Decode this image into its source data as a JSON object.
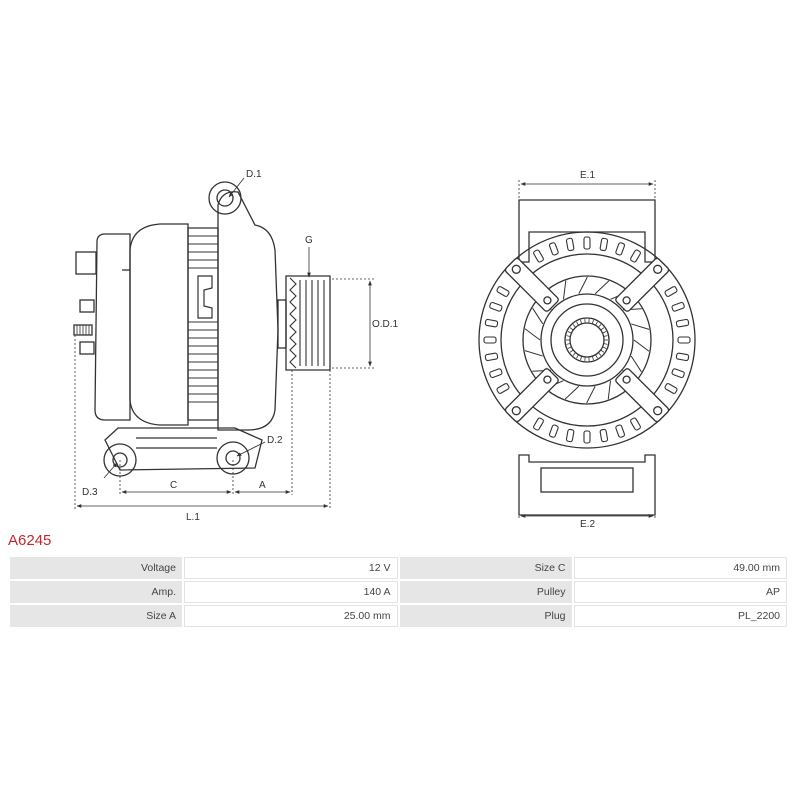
{
  "diagram": {
    "labels": {
      "d1": "D.1",
      "d2": "D.2",
      "d3": "D.3",
      "g": "G",
      "od1": "O.D.1",
      "a": "A",
      "c": "C",
      "l1": "L.1",
      "e1": "E.1",
      "e2": "E.2"
    }
  },
  "part_code": "A6245",
  "specs": {
    "rows": [
      {
        "k1": "Voltage",
        "v1": "12 V",
        "k2": "Size C",
        "v2": "49.00 mm"
      },
      {
        "k1": "Amp.",
        "v1": "140 A",
        "k2": "Pulley",
        "v2": "AP"
      },
      {
        "k1": "Size A",
        "v1": "25.00 mm",
        "k2": "Plug",
        "v2": "PL_2200"
      }
    ]
  },
  "colors": {
    "line": "#333333",
    "part_code": "#c0282d",
    "label_bg": "#e6e6e6"
  }
}
